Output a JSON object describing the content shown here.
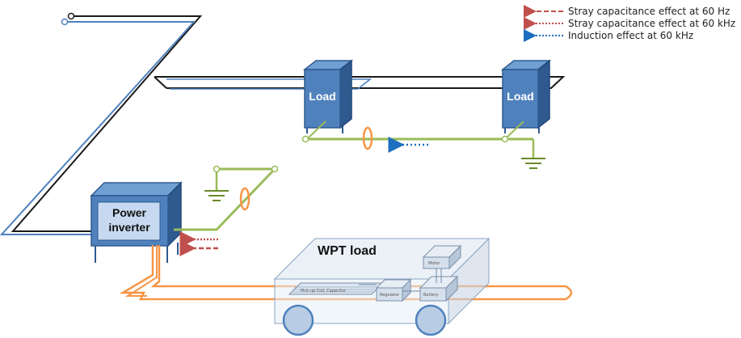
{
  "legend": {
    "items": [
      {
        "text": "Stray capacitance effect at 60 Hz",
        "color": "#c0504d",
        "style": "dashed"
      },
      {
        "text": "Stray capacitance effect at 60 kHz",
        "color": "#c0504d",
        "style": "dotted"
      },
      {
        "text": "Induction effect at 60 kHz",
        "color": "#1f6fbf",
        "style": "dotted"
      }
    ]
  },
  "loads": [
    {
      "label": "Load"
    },
    {
      "label": "Load"
    }
  ],
  "inverter": {
    "label_line1": "Power",
    "label_line2": "inverter"
  },
  "wpt": {
    "title": "WPT load",
    "components": {
      "motor": "Motor",
      "regulator": "Regulator",
      "battery": "Battery",
      "capacitor": "Pick-up Coil, Capacitor"
    }
  },
  "colors": {
    "box_blue": "#4f81bd",
    "box_dark": "#2e5a8f",
    "wire_green": "#9bbb59",
    "wire_orange": "#f79646",
    "wire_blue": "#4f81bd",
    "arrow_red": "#c0504d",
    "arrow_blue": "#1f6fbf"
  }
}
